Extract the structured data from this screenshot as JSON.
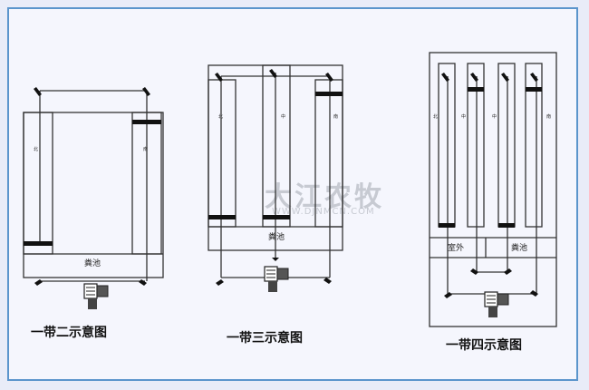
{
  "diagrams": [
    {
      "caption": "一带二示意图",
      "track_labels": [
        "北",
        "南"
      ],
      "pit_label": "粪池"
    },
    {
      "caption": "一带三示意图",
      "track_labels": [
        "北",
        "中",
        "南"
      ],
      "pit_label": "粪池"
    },
    {
      "caption": "一带四示意图",
      "track_labels": [
        "北",
        "中",
        "中",
        "南"
      ],
      "outdoor_label": "室外",
      "pit_label": "粪池"
    }
  ],
  "watermark": {
    "brand": "大江农牧",
    "url": "WWW.DJNMCN.COM"
  }
}
